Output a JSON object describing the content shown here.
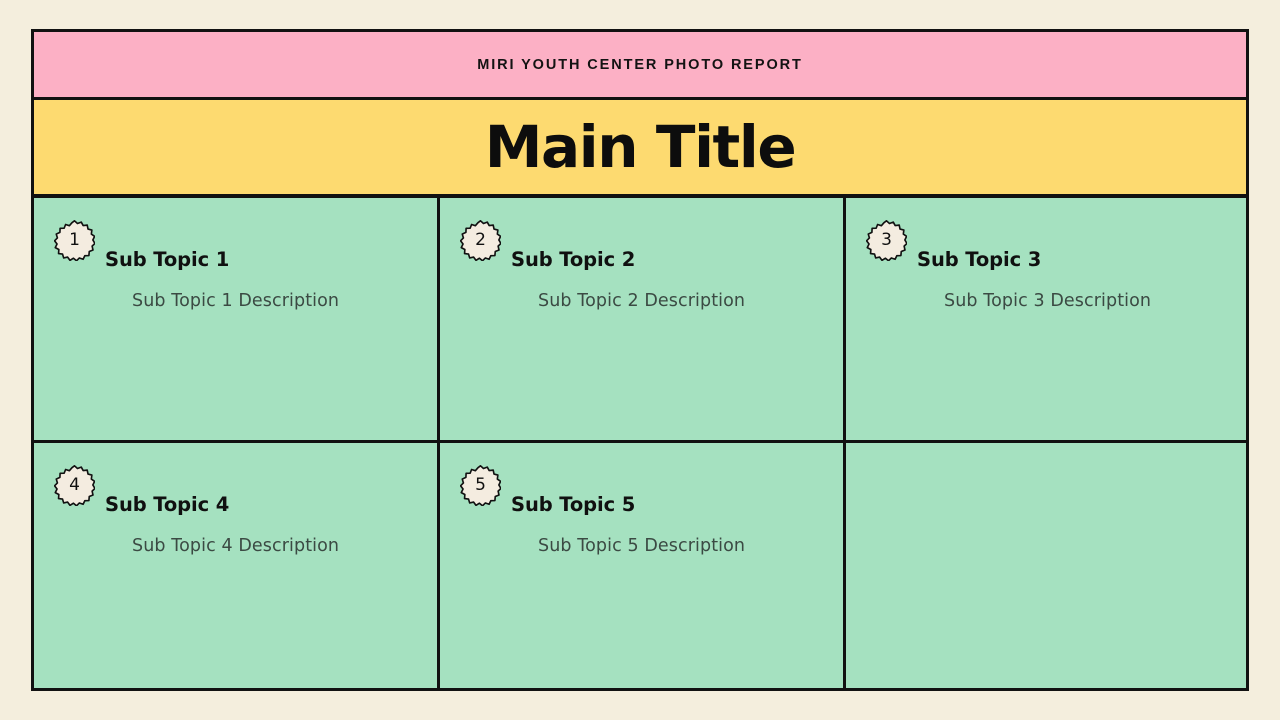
{
  "page": {
    "background_color": "#f4eedd",
    "border_color": "#111111"
  },
  "header": {
    "kicker": "MIRI YOUTH CENTER PHOTO REPORT",
    "background_color": "#fcb0c5"
  },
  "title_band": {
    "main_title": "Main Title",
    "background_color": "#fdda70"
  },
  "grid": {
    "background_color": "#a5e1c0",
    "badge_fill": "#f4ece0",
    "cells": [
      {
        "badge": "1",
        "title": "Sub Topic 1",
        "description": "Sub Topic 1 Description",
        "empty": false
      },
      {
        "badge": "2",
        "title": "Sub Topic 2",
        "description": "Sub Topic 2 Description",
        "empty": false
      },
      {
        "badge": "3",
        "title": "Sub Topic 3",
        "description": "Sub Topic 3 Description",
        "empty": false
      },
      {
        "badge": "4",
        "title": "Sub Topic 4",
        "description": "Sub Topic 4 Description",
        "empty": false
      },
      {
        "badge": "5",
        "title": "Sub Topic 5",
        "description": "Sub Topic 5 Description",
        "empty": false
      },
      {
        "badge": "",
        "title": "",
        "description": "",
        "empty": true
      }
    ]
  }
}
